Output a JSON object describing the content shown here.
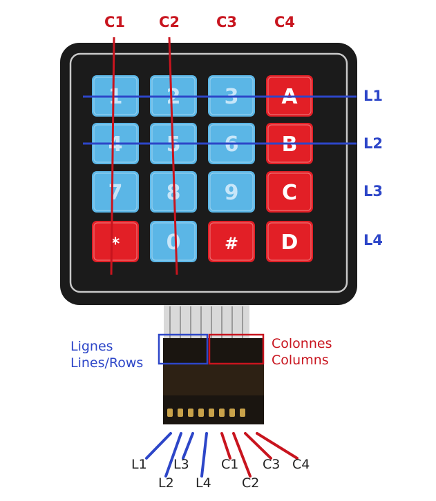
{
  "column_labels": [
    "C1",
    "C2",
    "C3",
    "C4"
  ],
  "row_labels": [
    "L1",
    "L2",
    "L3",
    "L4"
  ],
  "keys": [
    [
      "1",
      "2",
      "3",
      "A"
    ],
    [
      "4",
      "5",
      "6",
      "B"
    ],
    [
      "7",
      "8",
      "9",
      "C"
    ],
    [
      "*",
      "0",
      "#",
      "D"
    ]
  ],
  "key_types": [
    [
      "digit",
      "digit",
      "digit",
      "letter"
    ],
    [
      "digit",
      "digit",
      "digit",
      "letter"
    ],
    [
      "digit",
      "digit",
      "digit",
      "letter"
    ],
    [
      "symbol",
      "digit",
      "symbol",
      "letter"
    ]
  ],
  "legend": {
    "lines_title": "Lignes",
    "lines_subtitle": "Lines/Rows",
    "columns_title": "Colonnes",
    "columns_subtitle": "Columns"
  },
  "pins": [
    "L1",
    "L2",
    "L3",
    "L4",
    "C1",
    "C2",
    "C3",
    "C4"
  ],
  "colors": {
    "key_blue": "#5bb6e6",
    "key_red": "#e21f26",
    "line_blue": "#2d46c8",
    "line_red": "#c8141e",
    "panel": "#1a1a1a"
  }
}
